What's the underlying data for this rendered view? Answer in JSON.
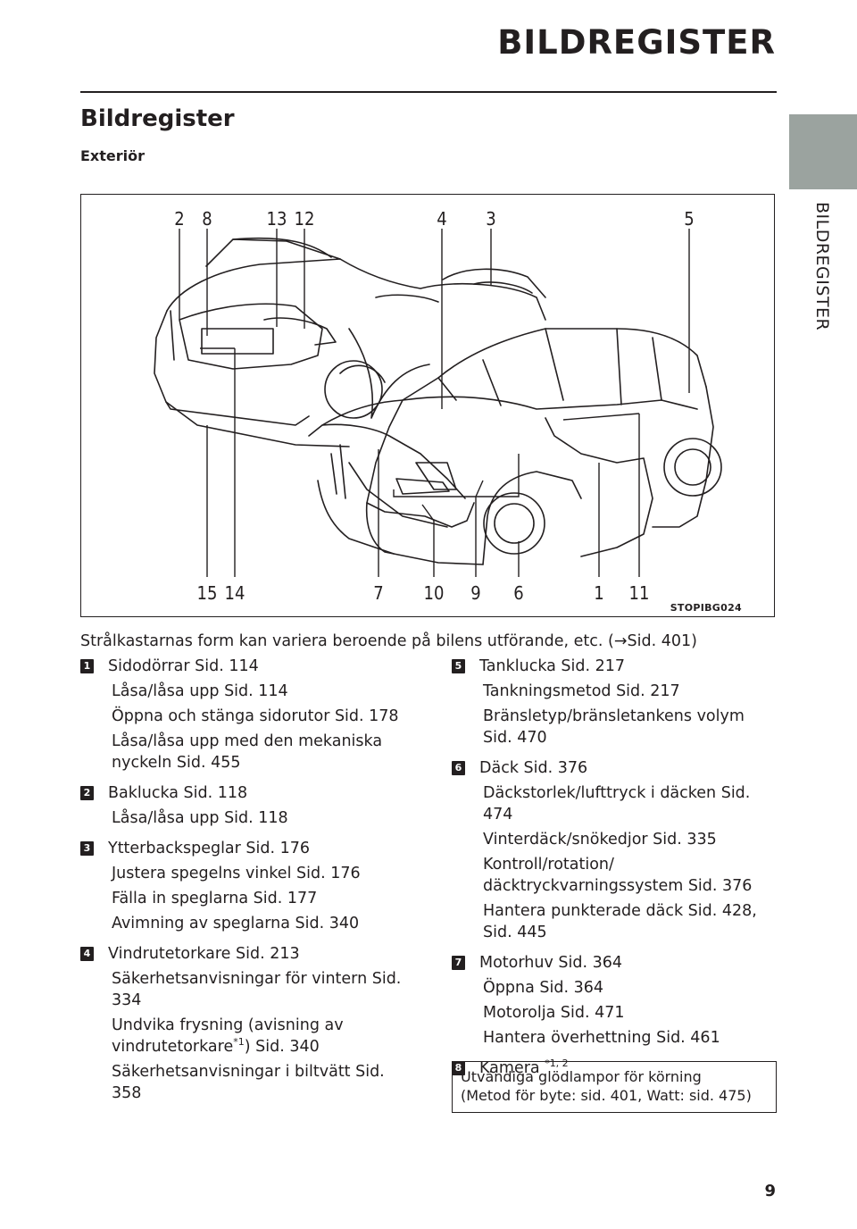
{
  "header": {
    "chapter_title": "BILDREGISTER",
    "side_tab_label": "BILDREGISTER"
  },
  "section": {
    "title": "Bildregister",
    "subheading": "Exteriör"
  },
  "figure": {
    "code": "STOPIBG024",
    "callouts_top": [
      "2",
      "8",
      "13",
      "12",
      "4",
      "3",
      "5"
    ],
    "callouts_bottom": [
      "15",
      "14",
      "7",
      "10",
      "9",
      "6",
      "1",
      "11"
    ]
  },
  "caption": "Strålkastarnas form kan variera beroende på bilens utförande, etc. (→Sid. 401)",
  "items": [
    {
      "num": "1",
      "label": "Sidodörrar Sid. 114",
      "subs": [
        "Låsa/låsa upp Sid. 114",
        "Öppna och stänga sidorutor Sid. 178",
        "Låsa/låsa upp med den mekaniska nyckeln Sid. 455"
      ]
    },
    {
      "num": "2",
      "label": "Baklucka Sid. 118",
      "subs": [
        "Låsa/låsa upp Sid. 118"
      ]
    },
    {
      "num": "3",
      "label": "Ytterbackspeglar Sid. 176",
      "subs": [
        "Justera spegelns vinkel Sid. 176",
        "Fälla in speglarna Sid. 177",
        "Avimning av speglarna Sid. 340"
      ]
    },
    {
      "num": "4",
      "label": "Vindrutetorkare Sid. 213",
      "subs": [
        "Säkerhetsanvisningar för vintern Sid. 334",
        "Undvika frysning (avisning av vindrutetorkare*1) Sid. 340",
        "Säkerhetsanvisningar i biltvätt Sid. 358"
      ]
    },
    {
      "num": "5",
      "label": "Tanklucka Sid. 217",
      "subs": [
        "Tankningsmetod Sid. 217",
        "Bränsletyp/bränsletankens volym Sid. 470"
      ]
    },
    {
      "num": "6",
      "label": "Däck Sid. 376",
      "subs": [
        "Däckstorlek/lufttryck i däcken Sid. 474",
        "Vinterdäck/snökedjor Sid. 335",
        "Kontroll/rotation/ däcktryckvarningssystem Sid. 376",
        "Hantera punkterade däck Sid. 428, Sid. 445"
      ]
    },
    {
      "num": "7",
      "label": "Motorhuv Sid. 364",
      "subs": [
        "Öppna Sid. 364",
        "Motorolja Sid. 471",
        "Hantera överhettning Sid. 461"
      ]
    },
    {
      "num": "8",
      "label": "Kamera *1, 2",
      "subs": []
    }
  ],
  "info_box": {
    "line1": "Utvändiga glödlampor för körning",
    "line2": "(Metod för byte: sid. 401, Watt: sid. 475)"
  },
  "page_number": "9"
}
